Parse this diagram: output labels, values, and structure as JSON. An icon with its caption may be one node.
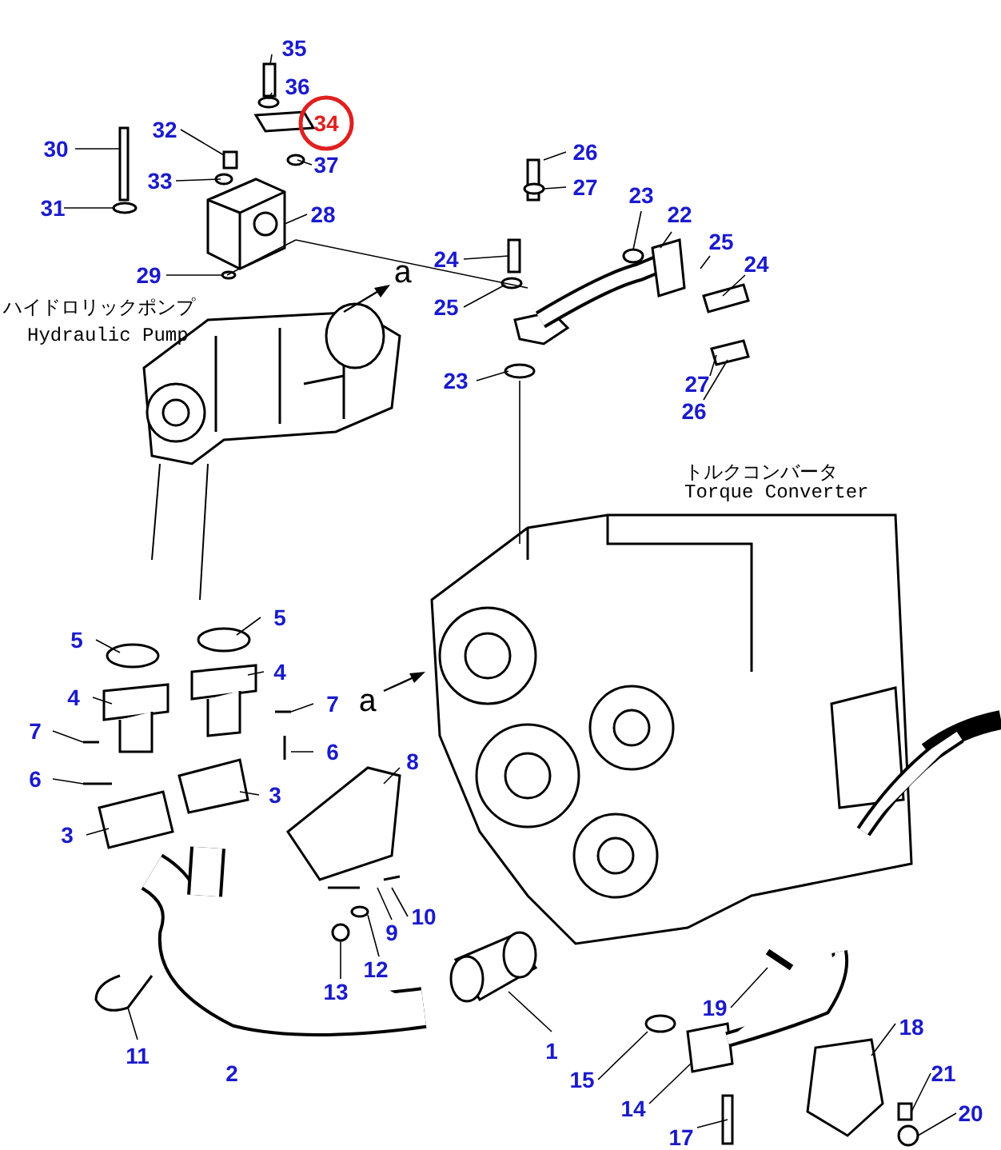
{
  "diagram": {
    "labels": [
      "35",
      "36",
      "30",
      "32",
      "34",
      "26",
      "33",
      "37",
      "27",
      "23",
      "31",
      "28",
      "22",
      "25",
      "24",
      "24",
      "29",
      "a",
      "ハイドロリックポンプ",
      "25",
      "Hydraulic Pump",
      "23",
      "27",
      "26",
      "トルクコンバータ",
      "Torque Converter",
      "5",
      "5",
      "4",
      "4",
      "7",
      "7",
      "a",
      "6",
      "6",
      "8",
      "3",
      "3",
      "9",
      "10",
      "13",
      "12",
      "19",
      "18",
      "11",
      "2",
      "1",
      "15",
      "21",
      "14",
      "20",
      "17"
    ]
  }
}
